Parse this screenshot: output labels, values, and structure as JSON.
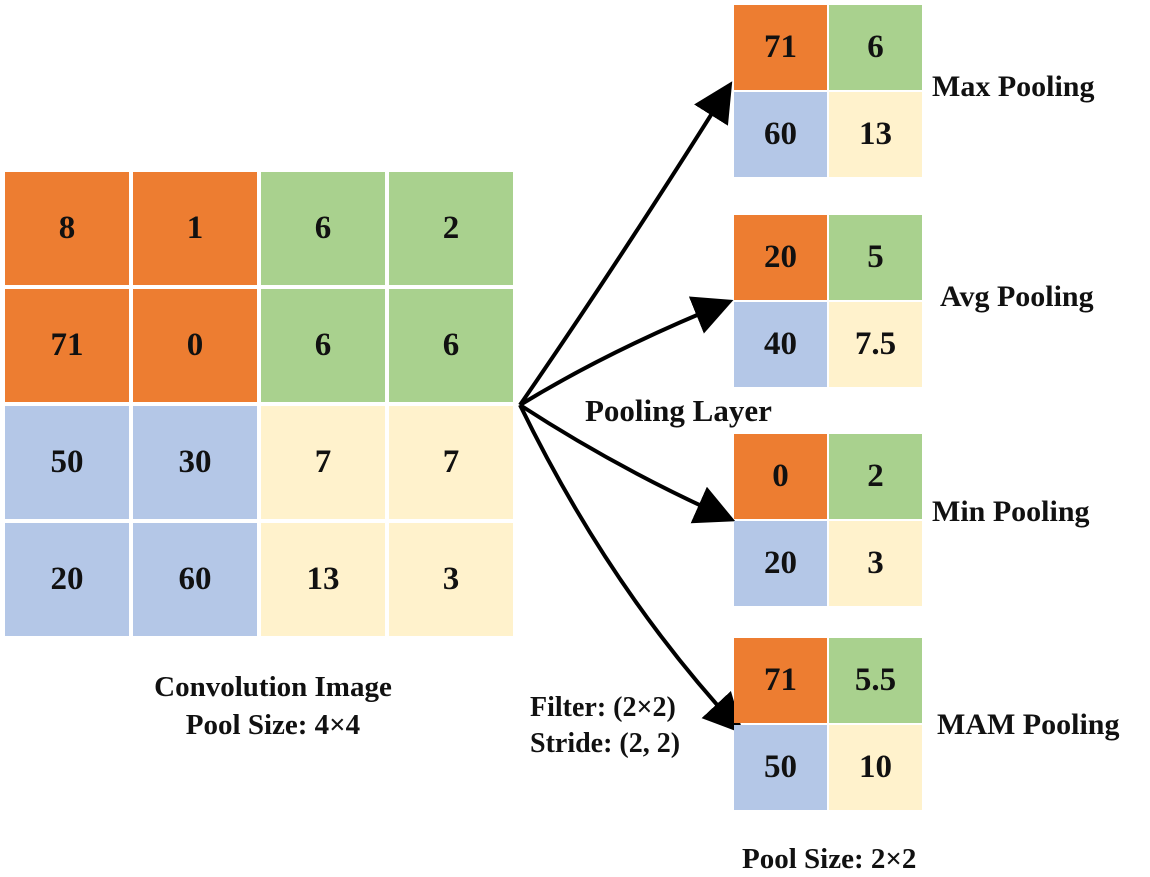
{
  "colors": {
    "orange": "#ED7D31",
    "green": "#A9D18E",
    "blue": "#B4C7E7",
    "yellow": "#FFF2CC",
    "arrow": "#000000"
  },
  "convolution": {
    "cells": [
      [
        "8",
        "1",
        "6",
        "2"
      ],
      [
        "71",
        "0",
        "6",
        "6"
      ],
      [
        "50",
        "30",
        "7",
        "7"
      ],
      [
        "20",
        "60",
        "13",
        "3"
      ]
    ],
    "caption_line1": "Convolution Image",
    "caption_line2": "Pool Size: 4×4"
  },
  "pooling_layer_label": "Pooling Layer",
  "filter_label": "Filter: (2×2)",
  "stride_label": "Stride: (2, 2)",
  "outputs": [
    {
      "name": "Max Pooling",
      "cells": [
        [
          "71",
          "6"
        ],
        [
          "60",
          "13"
        ]
      ]
    },
    {
      "name": "Avg Pooling",
      "cells": [
        [
          "20",
          "5"
        ],
        [
          "40",
          "7.5"
        ]
      ]
    },
    {
      "name": "Min Pooling",
      "cells": [
        [
          "0",
          "2"
        ],
        [
          "20",
          "3"
        ]
      ]
    },
    {
      "name": "MAM Pooling",
      "cells": [
        [
          "71",
          "5.5"
        ],
        [
          "50",
          "10"
        ]
      ]
    }
  ],
  "output_pool_size": "Pool Size: 2×2"
}
